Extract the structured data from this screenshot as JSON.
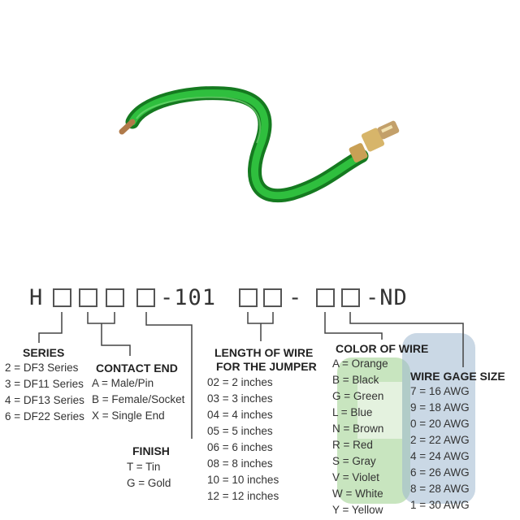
{
  "part_number": {
    "prefix": "H",
    "middle": "-101",
    "sep": "-",
    "suffix": "-ND"
  },
  "series": {
    "title": "SERIES",
    "items": [
      "2 = DF3 Series",
      "3 = DF11 Series",
      "4 = DF13 Series",
      "6 = DF22 Series"
    ]
  },
  "contact_end": {
    "title": "CONTACT END",
    "items": [
      "A = Male/Pin",
      "B = Female/Socket",
      "X = Single End"
    ]
  },
  "finish": {
    "title": "FINISH",
    "items": [
      "T = Tin",
      "G = Gold"
    ]
  },
  "length": {
    "title_line1": "LENGTH OF WIRE",
    "title_line2": "FOR THE JUMPER",
    "items": [
      "02 = 2 inches",
      "03 = 3 inches",
      "04 = 4 inches",
      "05 = 5 inches",
      "06 = 6 inches",
      "08 = 8 inches",
      "10 = 10 inches",
      "12 = 12 inches"
    ]
  },
  "color": {
    "title": "COLOR OF WIRE",
    "items": [
      "A = Orange",
      "B = Black",
      "G = Green",
      "L = Blue",
      "N = Brown",
      "R = Red",
      "S = Gray",
      "V = Violet",
      "W = White",
      "Y = Yellow"
    ]
  },
  "gage": {
    "title": "WIRE GAGE SIZE",
    "items": [
      "7 = 16 AWG",
      "9 = 18 AWG",
      "0 = 20 AWG",
      "2 = 22 AWG",
      "4 = 24 AWG",
      "6 = 26 AWG",
      "8 = 28 AWG",
      "1 = 30 AWG"
    ]
  },
  "colors": {
    "wire_green": "#1c9a2a",
    "watermark_green": "#9bd08a",
    "watermark_blue": "#9fb8cf"
  }
}
